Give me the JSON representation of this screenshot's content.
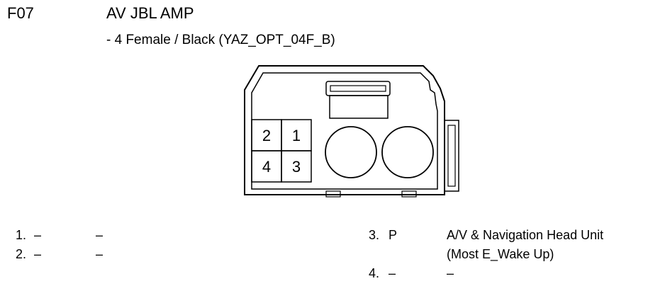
{
  "header": {
    "code": "F07",
    "title": "AV JBL AMP",
    "subtitle": "- 4 Female / Black (YAZ_OPT_04F_B)"
  },
  "connector": {
    "cavities": [
      "2",
      "1",
      "4",
      "3"
    ]
  },
  "pins": [
    {
      "num": "1.",
      "signal": "–",
      "desc": "–",
      "desc2": ""
    },
    {
      "num": "2.",
      "signal": "–",
      "desc": "–",
      "desc2": ""
    },
    {
      "num": "3.",
      "signal": "P",
      "desc": "A/V & Navigation Head Unit",
      "desc2": "(Most E_Wake Up)"
    },
    {
      "num": "4.",
      "signal": "–",
      "desc": "–",
      "desc2": ""
    }
  ]
}
